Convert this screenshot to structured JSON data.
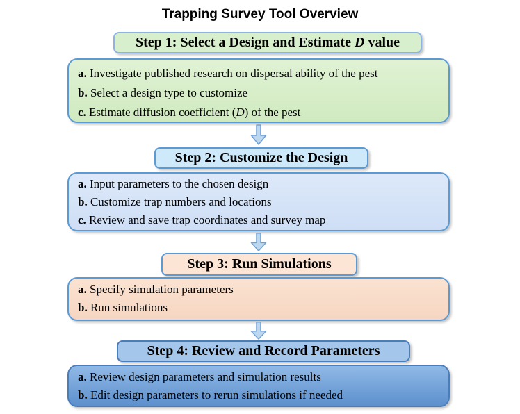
{
  "title": "Trapping Survey Tool Overview",
  "colors": {
    "background": "#ffffff",
    "text": "#000000",
    "arrow_fill": "#bdd7ee",
    "arrow_border": "#6fa0d8",
    "steps": [
      {
        "header_bg": "#d8efcd",
        "header_border": "#8db3e2",
        "body_bg_top": "#e0f2d4",
        "body_bg_bottom": "#d0eac0",
        "body_border": "#5b9bd5"
      },
      {
        "header_bg": "#cde9fa",
        "header_border": "#5b9bd5",
        "body_bg_top": "#dde9fa",
        "body_bg_bottom": "#cedef5",
        "body_border": "#5b9bd5"
      },
      {
        "header_bg": "#fce5d5",
        "header_border": "#5b9bd5",
        "body_bg_top": "#fbe2d1",
        "body_bg_bottom": "#f6d6c2",
        "body_border": "#5b9bd5"
      },
      {
        "header_bg": "#a5c6eb",
        "header_border": "#4a7ebb",
        "body_bg_top": "#90b9e6",
        "body_bg_bottom": "#5d90cd",
        "body_border": "#4a7ebb"
      }
    ]
  },
  "steps": [
    {
      "header": {
        "pre": "Step 1: Select a Design and Estimate ",
        "it": "D",
        "post": " value"
      },
      "items": [
        {
          "label": "a.",
          "pre": " Investigate published research on dispersal ability of the pest",
          "it": "",
          "post": ""
        },
        {
          "label": "b.",
          "pre": " Select a design type to customize",
          "it": "",
          "post": ""
        },
        {
          "label": "c.",
          "pre": " Estimate diffusion coefficient (",
          "it": "D",
          "post": ") of the pest"
        }
      ]
    },
    {
      "header": {
        "pre": "Step 2: Customize the Design",
        "it": "",
        "post": ""
      },
      "items": [
        {
          "label": "a.",
          "pre": " Input parameters to the chosen design",
          "it": "",
          "post": ""
        },
        {
          "label": "b.",
          "pre": " Customize trap numbers and locations",
          "it": "",
          "post": ""
        },
        {
          "label": "c.",
          "pre": " Review and save trap coordinates and survey map",
          "it": "",
          "post": ""
        }
      ]
    },
    {
      "header": {
        "pre": "Step 3: Run Simulations",
        "it": "",
        "post": ""
      },
      "items": [
        {
          "label": "a.",
          "pre": " Specify simulation parameters",
          "it": "",
          "post": ""
        },
        {
          "label": "b.",
          "pre": " Run simulations",
          "it": "",
          "post": ""
        }
      ]
    },
    {
      "header": {
        "pre": "Step 4: Review and Record Parameters",
        "it": "",
        "post": ""
      },
      "items": [
        {
          "label": "a.",
          "pre": " Review design parameters and simulation results",
          "it": "",
          "post": ""
        },
        {
          "label": "b.",
          "pre": " Edit design parameters to rerun simulations if needed",
          "it": "",
          "post": ""
        }
      ]
    }
  ]
}
